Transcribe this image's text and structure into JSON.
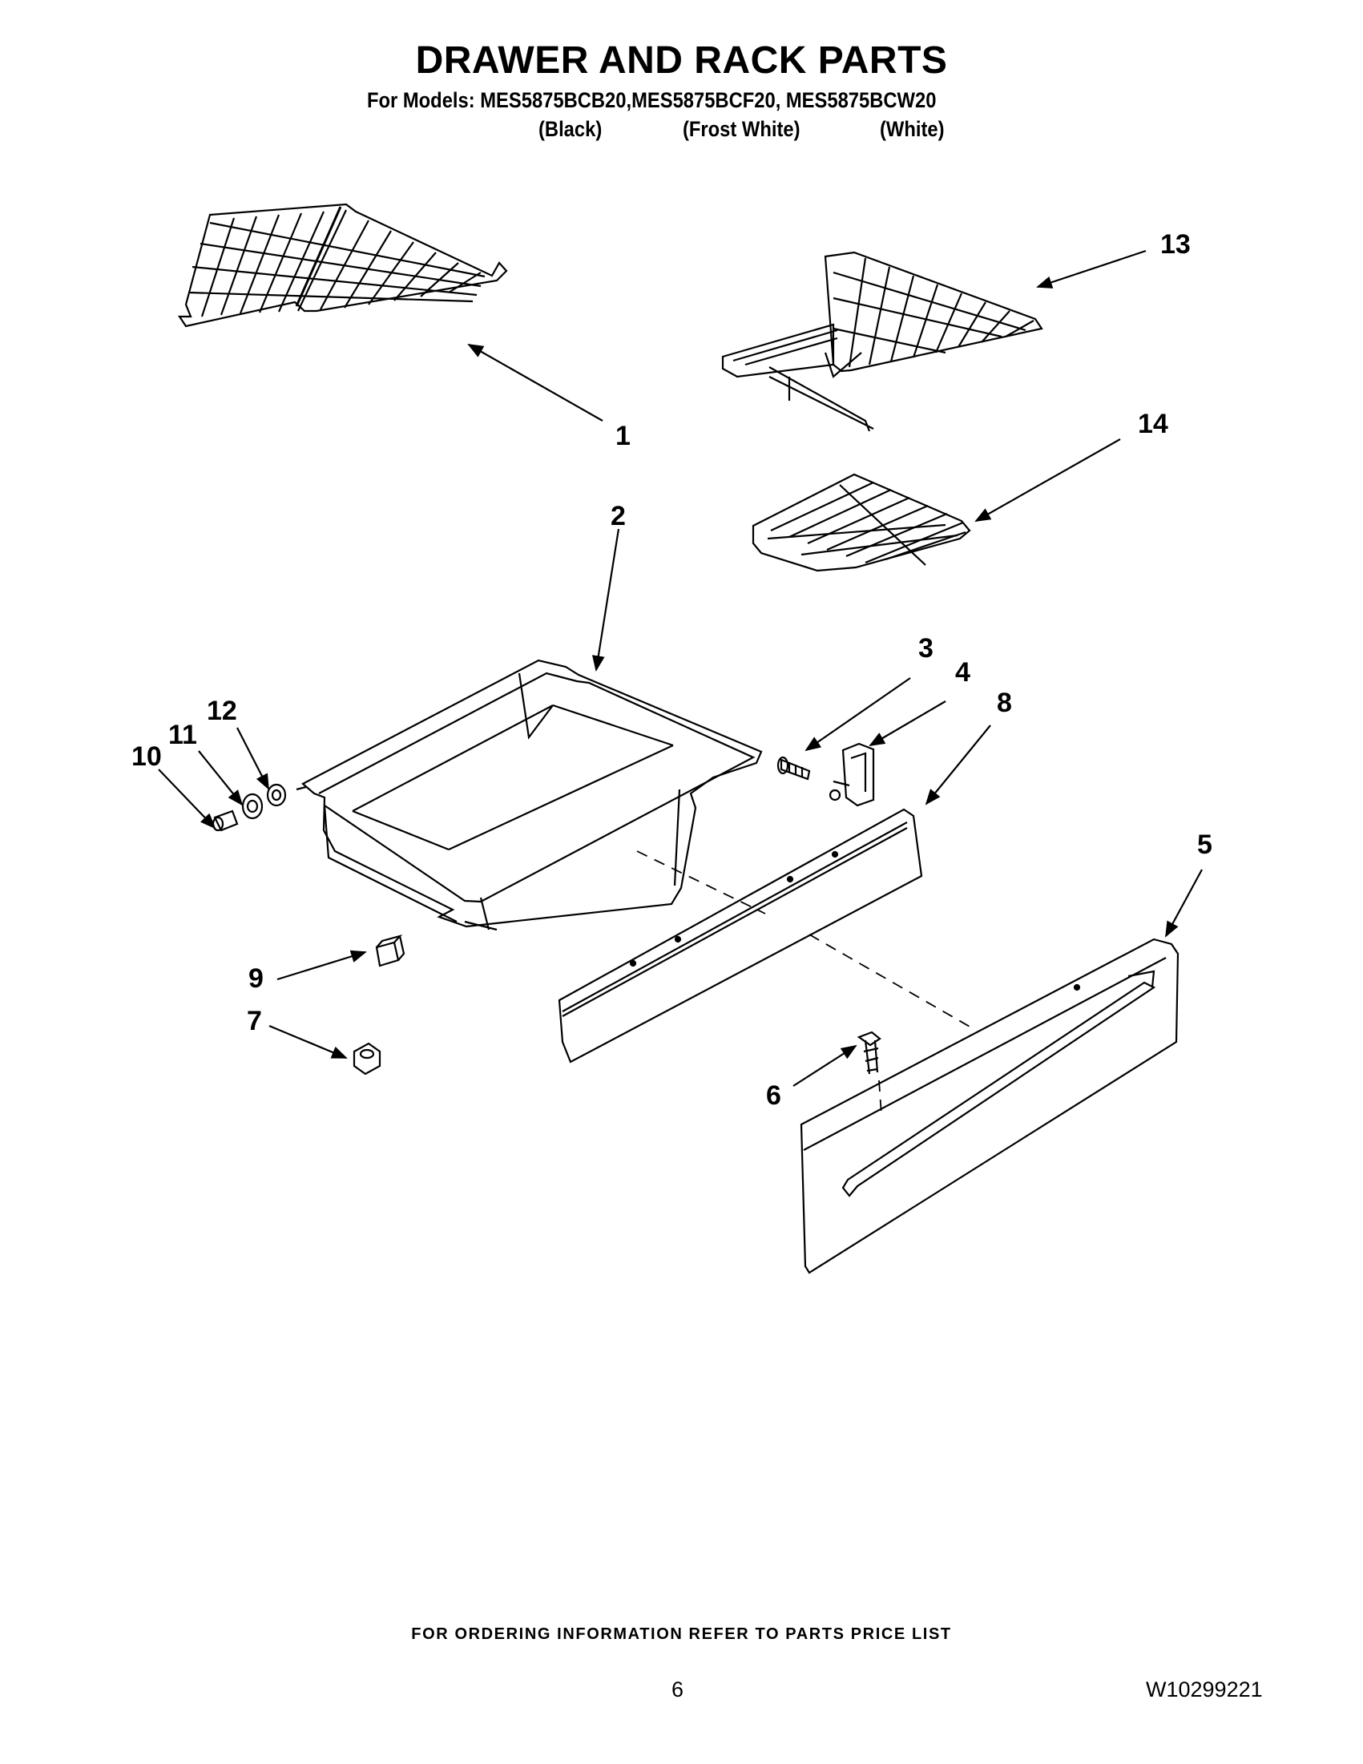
{
  "header": {
    "title": "DRAWER AND RACK PARTS",
    "models_line": "For Models: MES5875BCB20,MES5875BCF20, MES5875BCW20",
    "colors": [
      "(Black)",
      "(Frost White)",
      "(White)"
    ]
  },
  "callouts": {
    "c1": "1",
    "c2": "2",
    "c3": "3",
    "c4": "4",
    "c5": "5",
    "c6": "6",
    "c7": "7",
    "c8": "8",
    "c9": "9",
    "c10": "10",
    "c11": "11",
    "c12": "12",
    "c13": "13",
    "c14": "14"
  },
  "footer": {
    "ordering_note": "FOR ORDERING INFORMATION REFER TO PARTS PRICE LIST",
    "page_number": "6",
    "document_number": "W10299221"
  }
}
